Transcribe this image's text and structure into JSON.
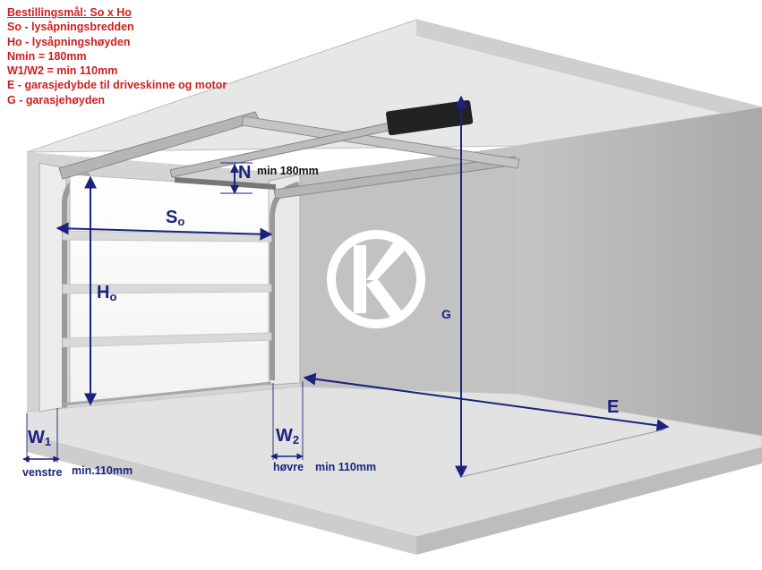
{
  "legend": {
    "title": "Bestillingsmål: So x Ho",
    "lines": [
      "So - lysåpningsbredden",
      "Ho - lysåpningshøyden",
      "Nmin = 180mm",
      "W1/W2 = min 110mm",
      "E - garasjedybde til driveskinne og motor",
      "G - garasjehøyden"
    ]
  },
  "labels": {
    "so": {
      "main": "S",
      "sub": "o"
    },
    "ho": {
      "main": "H",
      "sub": "o"
    },
    "n": "N",
    "n_note": "min 180mm",
    "g": "G",
    "e": "E",
    "w1": {
      "main": "W",
      "sub": "1"
    },
    "w2": {
      "main": "W",
      "sub": "2"
    },
    "left_side": "venstre",
    "w1_note": "min.110mm",
    "right_side": "høvre",
    "w2_note": "min 110mm"
  },
  "colors": {
    "legend_text": "#cc1f1f",
    "dimension": "#1a237e",
    "wall": "#c9c9c9",
    "wall_right": "#b4b4b4",
    "floor": "#dedede",
    "ceiling": "#e6e6e6",
    "door_panel": "#ffffff",
    "rail": "#a9a9a9"
  }
}
